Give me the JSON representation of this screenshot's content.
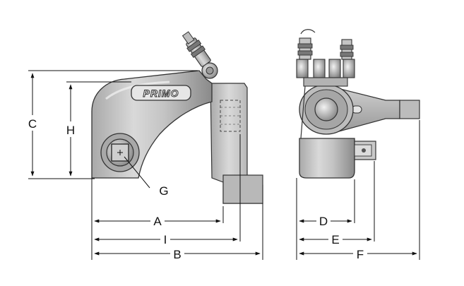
{
  "diagram": {
    "brand_logo": "PRIMO",
    "dimension_labels": {
      "A": "A",
      "B": "B",
      "C": "C",
      "D": "D",
      "E": "E",
      "F": "F",
      "G": "G",
      "H": "H",
      "I": "I"
    }
  }
}
